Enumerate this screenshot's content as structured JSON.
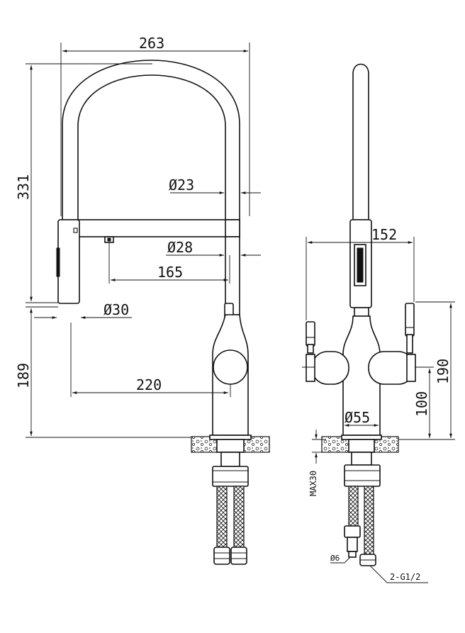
{
  "dimensions": {
    "width_263": "263",
    "height_331": "331",
    "spout_dia_23": "Ø23",
    "spout_dia_28": "Ø28",
    "reach_165": "165",
    "head_dia_30": "Ø30",
    "height_189": "189",
    "reach_220": "220",
    "width_152": "152",
    "height_190": "190",
    "height_100": "100",
    "base_dia_55": "Ø55",
    "max_30": "MAX30",
    "hose_dia_6": "Ø6",
    "thread": "2-G1/2"
  }
}
